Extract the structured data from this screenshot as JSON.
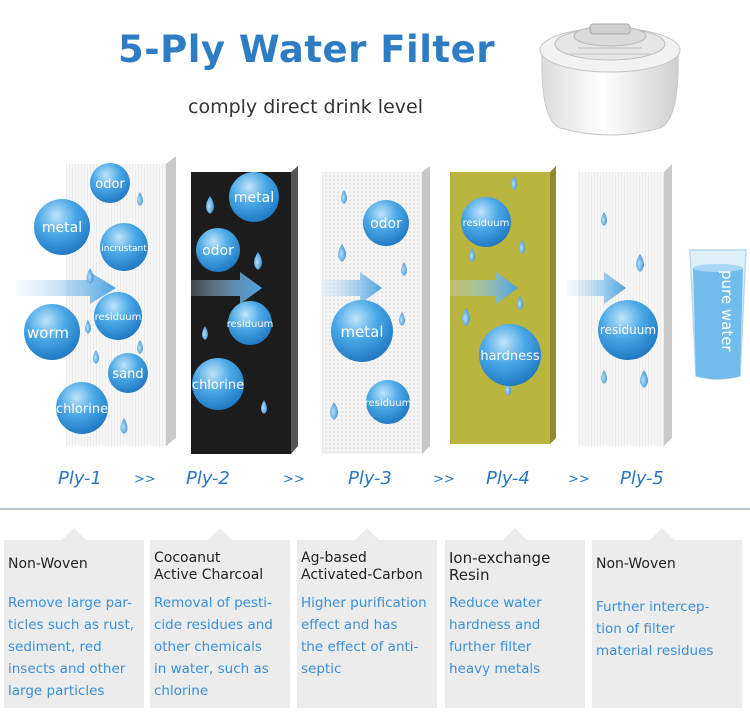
{
  "header": {
    "title": "5-Ply Water Filter",
    "subtitle": "comply direct drink level"
  },
  "layers": [
    {
      "bubbles": [
        "odor",
        "metal",
        "incrustant",
        "residuum",
        "worm",
        "sand",
        "chlorine"
      ]
    },
    {
      "bubbles": [
        "metal",
        "odor",
        "residuum",
        "chlorine"
      ]
    },
    {
      "bubbles": [
        "odor",
        "metal",
        "residuum"
      ]
    },
    {
      "bubbles": [
        "residuum",
        "hardness"
      ]
    },
    {
      "bubbles": [
        "residuum"
      ]
    }
  ],
  "glass_label": "pure water",
  "ply_labels": [
    "Ply-1",
    "Ply-2",
    "Ply-3",
    "Ply-4",
    "Ply-5"
  ],
  "separator": ">>",
  "cards": [
    {
      "heading": [
        "Non-Woven"
      ],
      "desc": [
        "Remove large par-",
        "ticles such as rust,",
        "sediment, red",
        "insects and other",
        "large particles"
      ]
    },
    {
      "heading": [
        "Cocoanut",
        "Active Charcoal"
      ],
      "desc": [
        "Removal of pesti-",
        "cide residues and",
        "other chemicals",
        "in water, such as",
        "chlorine"
      ]
    },
    {
      "heading": [
        "Ag-based",
        "Activated-Carbon"
      ],
      "desc": [
        "Higher purification",
        "effect and has",
        "the effect of anti-",
        "septic"
      ]
    },
    {
      "heading": [
        "Ion-exchange",
        "Resin"
      ],
      "desc": [
        "Reduce water",
        "hardness and",
        "further filter",
        "heavy metals"
      ]
    },
    {
      "heading": [
        "Non-Woven"
      ],
      "desc": [
        "Further intercep-",
        "tion of filter",
        "material residues"
      ]
    }
  ],
  "colors": {
    "title": "#2e7dc4",
    "bubble": "#3a9ee0",
    "ply_label": "#2c77c0",
    "desc_text": "#3a8fd8",
    "layer2_charcoal": "#1c1c1c",
    "layer4_resin": "#b9b53f"
  }
}
